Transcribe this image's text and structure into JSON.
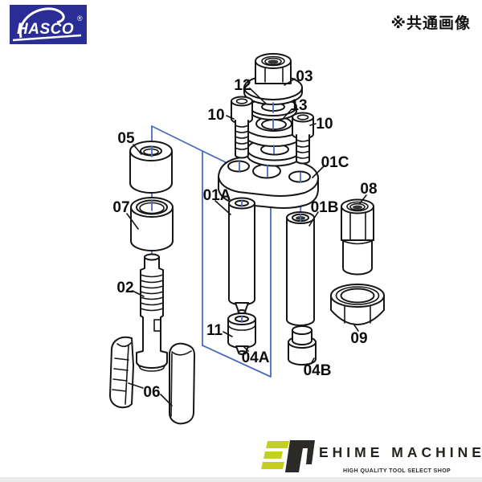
{
  "header": {
    "hasco_text": "HASCO",
    "hasco_reg": "®",
    "hasco_blue": "#2a2d96",
    "note": "※共通画像"
  },
  "diagram": {
    "line_color": "#4a6cbe",
    "labels": {
      "p03": "03",
      "p12": "12",
      "p13": "13",
      "p10L": "10",
      "p10R": "10",
      "p01C": "01C",
      "p05": "05",
      "p07": "07",
      "p02": "02",
      "p06": "06",
      "p01A": "01A",
      "p01B": "01B",
      "p08": "08",
      "p11": "11",
      "p04A": "04A",
      "p04B": "04B",
      "p09": "09"
    }
  },
  "footer": {
    "brand": "EHIME MACHINE",
    "tagline": "HIGH QUALITY TOOL SELECT SHOP",
    "mark_lime": "#c4d021",
    "mark_dark": "#2b2a26"
  }
}
